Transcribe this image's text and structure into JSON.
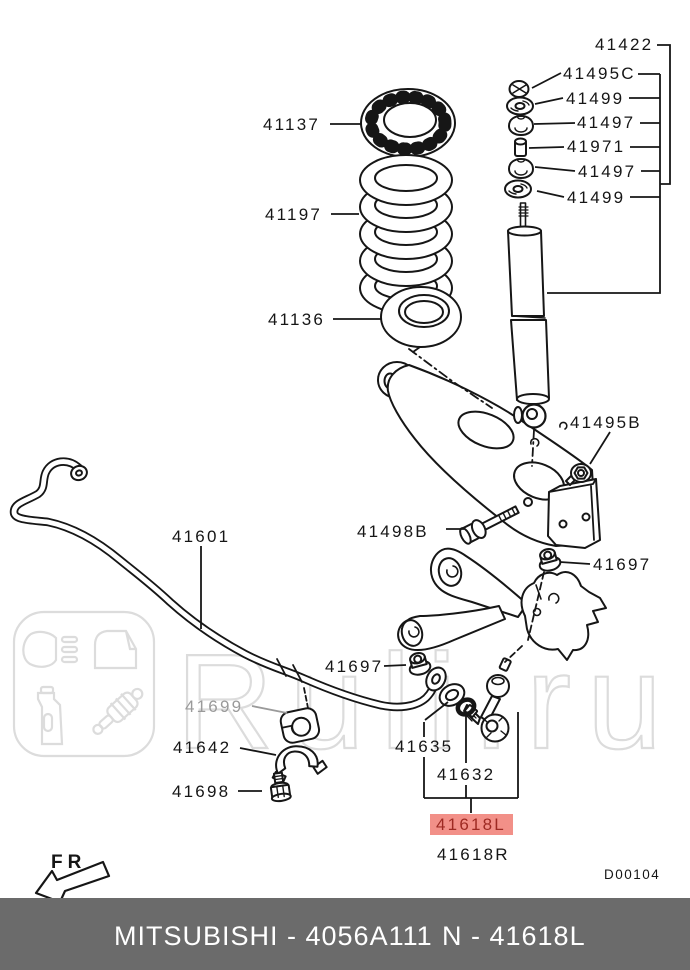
{
  "watermark": {
    "text": "Ruli.ru"
  },
  "parts": {
    "assembly": "41422",
    "mount_nut": "41495C",
    "washer_upper": "41499",
    "bushing_upper": "41497",
    "collar": "41971",
    "bushing_lower": "41497",
    "washer_lower": "41499",
    "spring_seat_upper": "41137",
    "coil_spring": "41197",
    "spring_pad_lower": "41136",
    "shock_bolt": "41495B",
    "arm_bolt": "41498B",
    "arm_nut": "41697",
    "stabilizer_bar": "41601",
    "link_nut": "41697",
    "bar_bushing": "41699",
    "bar_bracket": "41642",
    "bracket_bolt": "41698",
    "link_bushing": "41635",
    "link_ring": "41632",
    "link_left": "41618L",
    "link_right": "41618R"
  },
  "direction": {
    "label": "FR"
  },
  "drawing_code": "D00104",
  "footer": {
    "brand_part": "MITSUBISHI - 4056A111",
    "number": "N - 41618L"
  },
  "colors": {
    "highlight_bg": "#f29088",
    "highlight_text": "#9e2a23",
    "footer_bg": "#6b6b6b",
    "line": "#161616",
    "watermark": "#dcdcdc",
    "muted_label": "#9a9a9a"
  }
}
